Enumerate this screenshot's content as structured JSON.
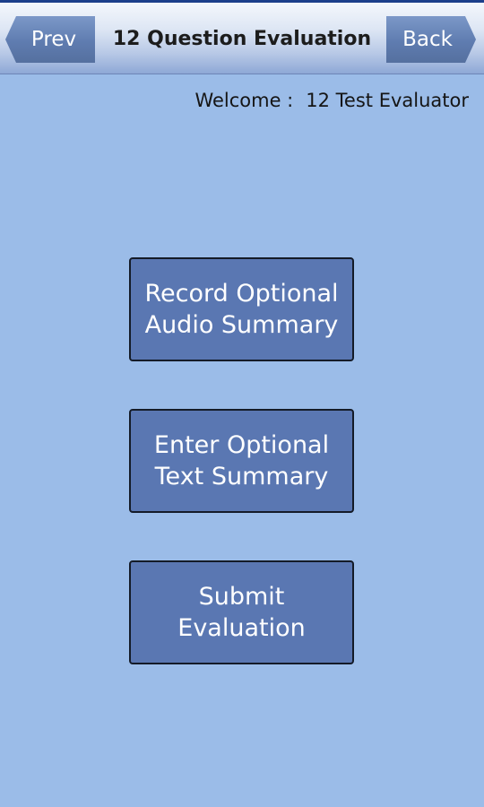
{
  "header": {
    "prev_label": "Prev",
    "title": "12 Question Evaluation",
    "back_label": "Back"
  },
  "welcome": {
    "label": "Welcome :",
    "user": "12 Test Evaluator"
  },
  "actions": [
    {
      "line1": "Record Optional",
      "line2": "Audio Summary"
    },
    {
      "line1": "Enter Optional",
      "line2": "Text Summary"
    },
    {
      "line1": "Submit",
      "line2": "Evaluation"
    }
  ],
  "colors": {
    "background": "#9bbce8",
    "button": "#5a77b2",
    "nav_button": "#6784b8"
  }
}
